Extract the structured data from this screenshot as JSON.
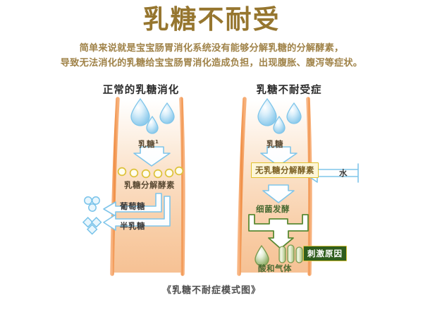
{
  "header": {
    "title": "乳糖不耐受",
    "subtitle_line1": "简单来说就是宝宝肠胃消化系统没有能够分解乳糖的分解酵素，",
    "subtitle_line2": "导致无法消化的乳糖给宝宝肠胃消化造成负担，出现腹胀、腹泻等症状。"
  },
  "panels": {
    "left": {
      "heading": "正常的乳糖消化",
      "lactose_label": "乳糖",
      "lactose_sup": "1",
      "enzyme_label": "乳糖分解酵素",
      "glucose_label": "葡萄糖",
      "galactose_label": "半乳糖"
    },
    "right": {
      "heading": "乳糖不耐受症",
      "lactose_label": "乳糖",
      "no_enzyme_label": "无乳糖分解酵素",
      "water_label": "水",
      "fermentation_label": "细菌发酵",
      "acid_gas_label": "酸和气体",
      "trigger_label": "刺激原因"
    }
  },
  "caption": "《乳糖不耐症模式图》",
  "colors": {
    "title": "#96762f",
    "subtitle": "#a08349",
    "intestine_wall": "#f29a55",
    "intestine_fill_top": "#ffffff",
    "intestine_fill_bottom": "#f7c99a",
    "droplet_blue": "#7fc5ea",
    "enzyme_yellow": "#e0c02a",
    "molecule_blue": "#8fd0f0",
    "fermentation_green": "#5b8a34",
    "trigger_box_green": "#2f5d1d",
    "arrow_outline_blue": "#7fc5ea"
  },
  "counts": {
    "lactase_circles": 6,
    "glucose_circles": 3,
    "galactose_diamonds": 3,
    "gas_capsules": 3,
    "droplets_per_panel": 3
  }
}
